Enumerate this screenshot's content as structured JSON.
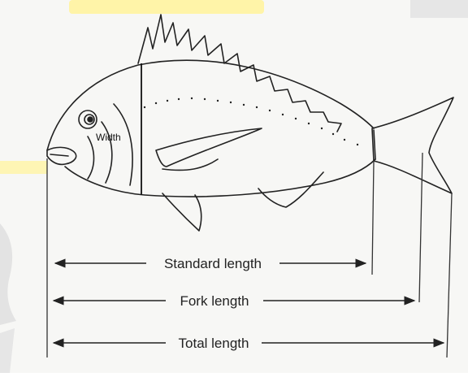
{
  "diagram": {
    "labels": {
      "width": "Width",
      "standard_length": "Standard length",
      "fork_length": "Fork length",
      "total_length": "Total length"
    },
    "colors": {
      "ink": "#222222",
      "paper": "#f7f7f5",
      "highlight": "#fff4a8",
      "watermark": "#d9d9d9"
    }
  }
}
